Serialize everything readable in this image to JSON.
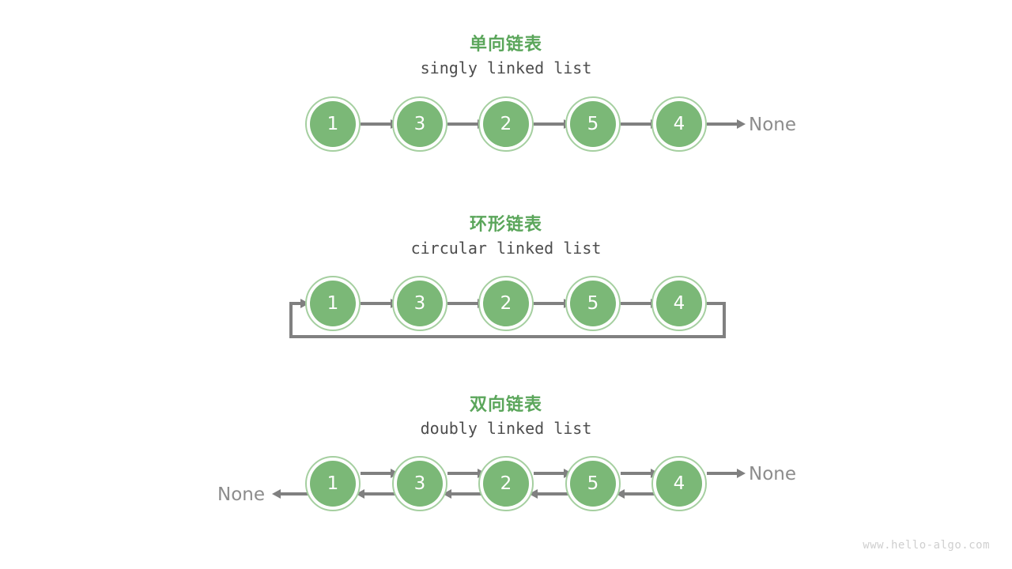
{
  "watermark": "www.hello-algo.com",
  "colors": {
    "node_fill": "#7bb877",
    "node_ring": "#a5cfa0",
    "node_text": "#ffffff",
    "title": "#5ba65b",
    "subtitle": "#4d4d4d",
    "arrow": "#808080",
    "none_text": "#8c8c8c",
    "watermark": "#cfcfcf",
    "background": "#ffffff"
  },
  "sections": [
    {
      "title": "单向链表",
      "subtitle": "singly linked list",
      "nodes": [
        "1",
        "3",
        "2",
        "5",
        "4"
      ],
      "tail_label": "None",
      "head_label": null
    },
    {
      "title": "环形链表",
      "subtitle": "circular linked list",
      "nodes": [
        "1",
        "3",
        "2",
        "5",
        "4"
      ],
      "tail_label": null,
      "head_label": null
    },
    {
      "title": "双向链表",
      "subtitle": "doubly linked list",
      "nodes": [
        "1",
        "3",
        "2",
        "5",
        "4"
      ],
      "tail_label": "None",
      "head_label": "None"
    }
  ]
}
